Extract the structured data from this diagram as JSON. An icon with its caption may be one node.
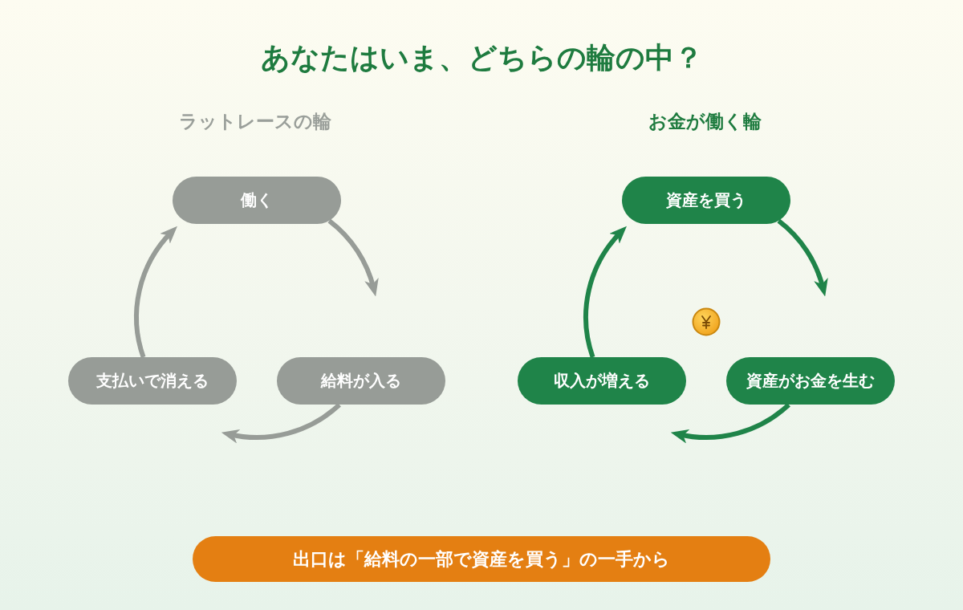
{
  "diagram": {
    "title": "あなたはいま、どちらの輪の中？",
    "nodes": [
      {
        "text": [
          "働く"
        ]
      },
      {
        "text": [
          "支払いで消える"
        ]
      },
      {
        "text": [
          "給料が入る"
        ]
      },
      {
        "text": [
          "資産を買う"
        ]
      },
      {
        "text": [
          "収入が増える"
        ]
      },
      {
        "text": [
          "資産がお金を生む"
        ]
      },
      {
        "text": [
          "出口は「給料の一部で資産を買う」の一手から"
        ]
      }
    ],
    "edges": [
      {
        "from": 0,
        "to": 2,
        "arrow": "to"
      },
      {
        "from": 2,
        "to": 1,
        "arrow": "to"
      },
      {
        "from": 1,
        "to": 0,
        "arrow": "to"
      },
      {
        "from": 3,
        "to": 5,
        "arrow": "to",
        "color": "#1f8449"
      },
      {
        "from": 5,
        "to": 4,
        "arrow": "to",
        "color": "#1f8449"
      },
      {
        "from": 4,
        "to": 3,
        "arrow": "to",
        "color": "#1f8449"
      }
    ],
    "labels": [
      "ラットレースの輪",
      "お金が働く輪"
    ]
  }
}
